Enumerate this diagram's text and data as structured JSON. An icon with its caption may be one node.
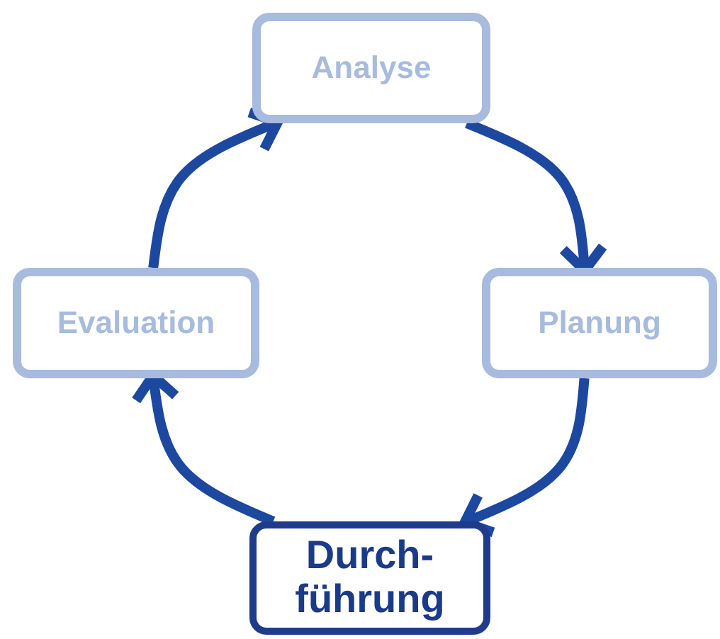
{
  "diagram": {
    "nodes": [
      {
        "text": [
          "Analyse"
        ]
      },
      {
        "text": [
          "Planung"
        ]
      },
      {
        "text": [
          "Durch- führung"
        ]
      },
      {
        "text": [
          "Evaluation"
        ]
      }
    ],
    "edges": [
      {
        "from": 0,
        "to": 1,
        "arrow": "to"
      },
      {
        "from": 1,
        "to": 2,
        "arrow": "to"
      },
      {
        "from": 2,
        "to": 3,
        "arrow": "to"
      },
      {
        "from": 3,
        "to": 0,
        "arrow": "to"
      }
    ]
  }
}
